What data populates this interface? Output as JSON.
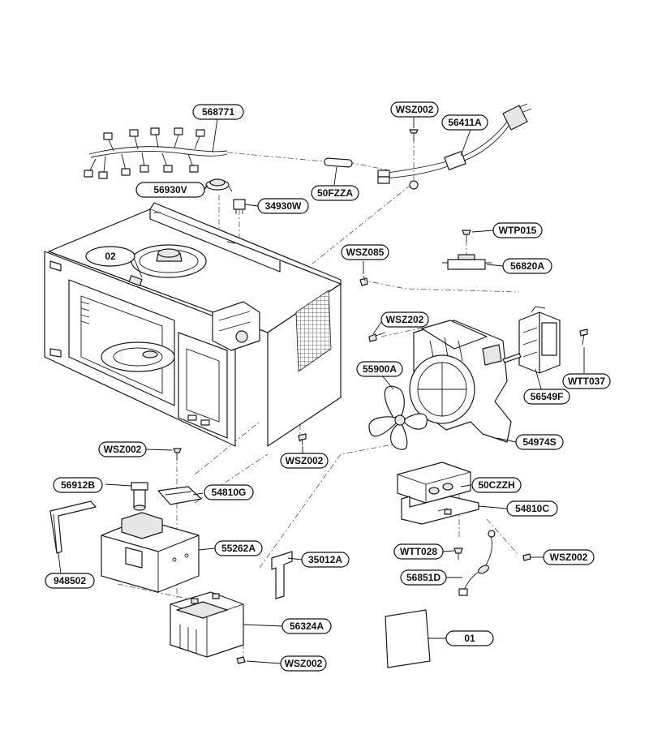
{
  "callouts": [
    {
      "id": "568771",
      "label": "568771"
    },
    {
      "id": "WSZ002-a",
      "label": "WSZ002"
    },
    {
      "id": "56411A",
      "label": "56411A"
    },
    {
      "id": "56930V",
      "label": "56930V"
    },
    {
      "id": "50FZZA",
      "label": "50FZZA"
    },
    {
      "id": "34930W",
      "label": "34930W"
    },
    {
      "id": "WTP015",
      "label": "WTP015"
    },
    {
      "id": "02",
      "label": "02"
    },
    {
      "id": "WSZ085",
      "label": "WSZ085"
    },
    {
      "id": "56820A",
      "label": "56820A"
    },
    {
      "id": "WSZ202",
      "label": "WSZ202"
    },
    {
      "id": "55900A",
      "label": "55900A"
    },
    {
      "id": "WTT037",
      "label": "WTT037"
    },
    {
      "id": "56549F",
      "label": "56549F"
    },
    {
      "id": "54974S",
      "label": "54974S"
    },
    {
      "id": "WSZ002-b",
      "label": "WSZ002"
    },
    {
      "id": "WSZ002-c",
      "label": "WSZ002"
    },
    {
      "id": "56912B",
      "label": "56912B"
    },
    {
      "id": "54810G",
      "label": "54810G"
    },
    {
      "id": "50CZZH",
      "label": "50CZZH"
    },
    {
      "id": "54810C",
      "label": "54810C"
    },
    {
      "id": "55262A",
      "label": "55262A"
    },
    {
      "id": "35012A",
      "label": "35012A"
    },
    {
      "id": "WTT028",
      "label": "WTT028"
    },
    {
      "id": "WSZ002-d",
      "label": "WSZ002"
    },
    {
      "id": "948502",
      "label": "948502"
    },
    {
      "id": "56851D",
      "label": "56851D"
    },
    {
      "id": "56324A",
      "label": "56324A"
    },
    {
      "id": "01",
      "label": "01"
    },
    {
      "id": "WSZ002-e",
      "label": "WSZ002"
    }
  ]
}
